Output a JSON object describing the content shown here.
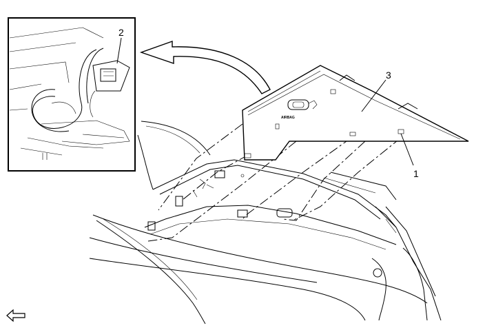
{
  "callouts": {
    "label_1": "1",
    "label_2": "2",
    "label_3": "3"
  },
  "panel": {
    "airbag_label": "AIRBAG"
  },
  "icons": {
    "direction_arrow": "left-arrow-icon"
  }
}
